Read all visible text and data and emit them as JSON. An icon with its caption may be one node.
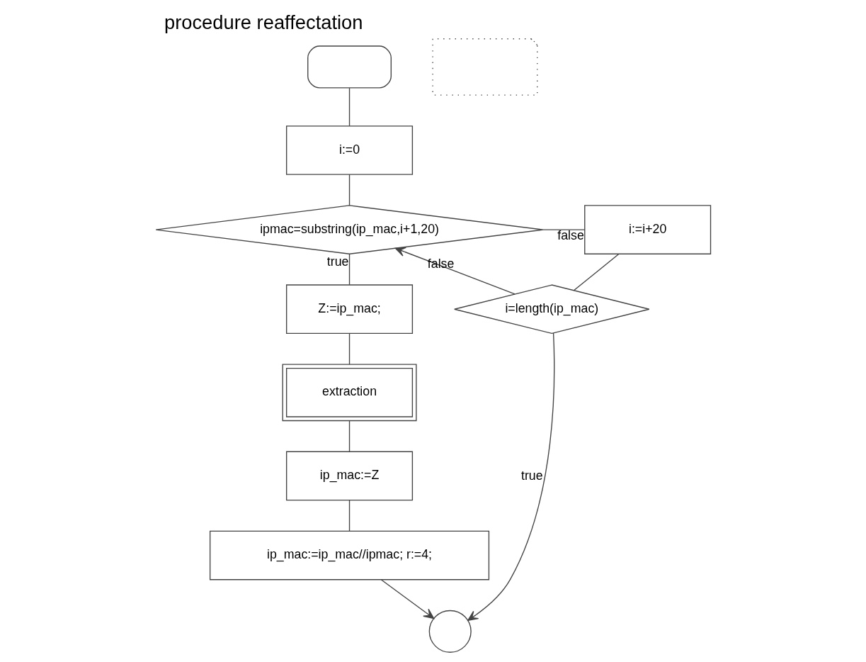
{
  "diagram": {
    "title": "procedure reaffectation",
    "nodes": [
      {
        "text": [],
        "shape": "terminal"
      },
      {
        "text": [],
        "shape": "note"
      },
      {
        "text": [
          "i:=0"
        ]
      },
      {
        "text": [
          "ipmac=substring(ip_mac,i+1,20)"
        ]
      },
      {
        "text": [
          "i:=i+20"
        ]
      },
      {
        "text": [
          "i=length(ip_mac)"
        ]
      },
      {
        "text": [
          "Z:=ip_mac;"
        ]
      },
      {
        "text": [
          "extraction"
        ]
      },
      {
        "text": [
          "ip_mac:=Z"
        ]
      },
      {
        "text": [
          "ip_mac:=ip_mac//ipmac; r:=4;"
        ]
      },
      {
        "text": [],
        "shape": "circle"
      }
    ],
    "edges": [
      {
        "from": 0,
        "to": 2,
        "arrow": "none"
      },
      {
        "from": 2,
        "to": 3,
        "arrow": "none"
      },
      {
        "from": 3,
        "to": 4,
        "label": "false",
        "arrow": "none"
      },
      {
        "from": 4,
        "to": 5,
        "arrow": "none"
      },
      {
        "from": 5,
        "to": 3,
        "label": "false",
        "arrow": "to"
      },
      {
        "from": 3,
        "to": 6,
        "label": "true",
        "arrow": "none"
      },
      {
        "from": 6,
        "to": 7,
        "arrow": "none"
      },
      {
        "from": 7,
        "to": 8,
        "arrow": "none"
      },
      {
        "from": 8,
        "to": 9,
        "arrow": "none"
      },
      {
        "from": 9,
        "to": 10,
        "arrow": "to"
      },
      {
        "from": 5,
        "to": 10,
        "label": "true",
        "arrow": "to"
      }
    ]
  }
}
